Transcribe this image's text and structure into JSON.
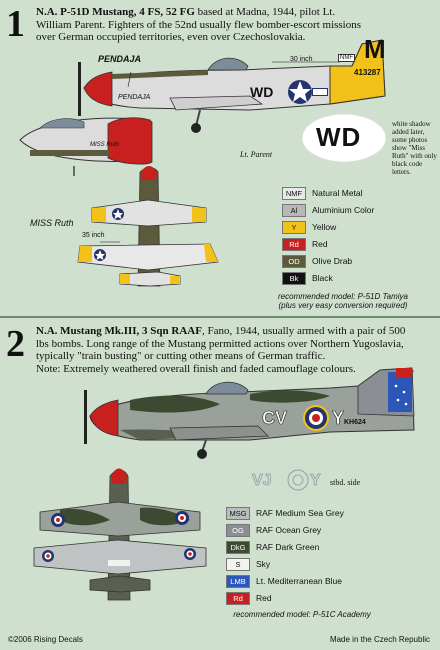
{
  "section1": {
    "number": "1",
    "title_bold": "N.A. P-51D Mustang, 4 FS, 52 FG",
    "title_rest": " based at Madna, 1944, pilot Lt. William Parent.",
    "body": "Fighters of the 52nd usually flew bomber-escort missions over German occupied territories, even over Czechoslovakia.",
    "nose_art_name": "PENDAJA",
    "nose_art_name_small": "PENDAJA",
    "tail_letter": "M",
    "tail_serial": "413287",
    "nmf_tag": "NMF",
    "fuselage_code": "WD",
    "dimension_label": "30 inch",
    "miss_ruth_small": "MISS Ruth",
    "miss_ruth": "MISS Ruth",
    "signature": "Lt. Parent",
    "wd_large": "WD",
    "wd_note": "white shadow added later, some photos show \"Miss Ruth\" with only black code letters.",
    "wing_dimension": "35 inch",
    "legend": [
      {
        "code": "NMF",
        "name": "Natural Metal",
        "bg": "#e8e8e8",
        "fg": "#111"
      },
      {
        "code": "Al",
        "name": "Aluminium Color",
        "bg": "#b8b8b8",
        "fg": "#111"
      },
      {
        "code": "Y",
        "name": "Yellow",
        "bg": "#f2c21a",
        "fg": "#111"
      },
      {
        "code": "Rd",
        "name": "Red",
        "bg": "#c8201e",
        "fg": "#fff"
      },
      {
        "code": "OD",
        "name": "Olive Drab",
        "bg": "#5c5a3c",
        "fg": "#fff"
      },
      {
        "code": "Bk",
        "name": "Black",
        "bg": "#111111",
        "fg": "#fff"
      }
    ],
    "recommended": "recommended model:  P-51D Tamiya",
    "recommended_note": "(plus very easy conversion required)"
  },
  "section2": {
    "number": "2",
    "title_bold": "N.A. Mustang Mk.III, 3 Sqn RAAF",
    "title_rest": ", Fano, 1944, usually armed with a pair of 500 lbs bombs. Long range of the Mustang permitted actions over Northern Yugoslavia, typically \"train busting\" or cutting other means of German traffic.",
    "note": "Note: Extremely weathered overall finish and faded camouflage colours.",
    "code_left": "CV",
    "code_right": "Y",
    "serial": "KH624",
    "stbd_code": "VJ",
    "stbd_code_end": "Y",
    "stbd_label": "stbd. side",
    "legend": [
      {
        "code": "MSG",
        "name": "RAF Medium Sea Grey",
        "bg": "#b9bdbd",
        "fg": "#111"
      },
      {
        "code": "OG",
        "name": "RAF Ocean Grey",
        "bg": "#8b8f95",
        "fg": "#fff"
      },
      {
        "code": "DkG",
        "name": "RAF Dark Green",
        "bg": "#3b4a30",
        "fg": "#fff"
      },
      {
        "code": "S",
        "name": "Sky",
        "bg": "#f2f2ee",
        "fg": "#111"
      },
      {
        "code": "LMB",
        "name": "Lt. Mediterranean Blue",
        "bg": "#2c56b8",
        "fg": "#fff"
      },
      {
        "code": "Rd",
        "name": "Red",
        "bg": "#c8201e",
        "fg": "#fff"
      }
    ],
    "recommended": "recommended model:  P-51C Academy"
  },
  "footer": {
    "copyright": "©2006 Rising Decals",
    "made_in": "Made in the Czech Republic"
  }
}
